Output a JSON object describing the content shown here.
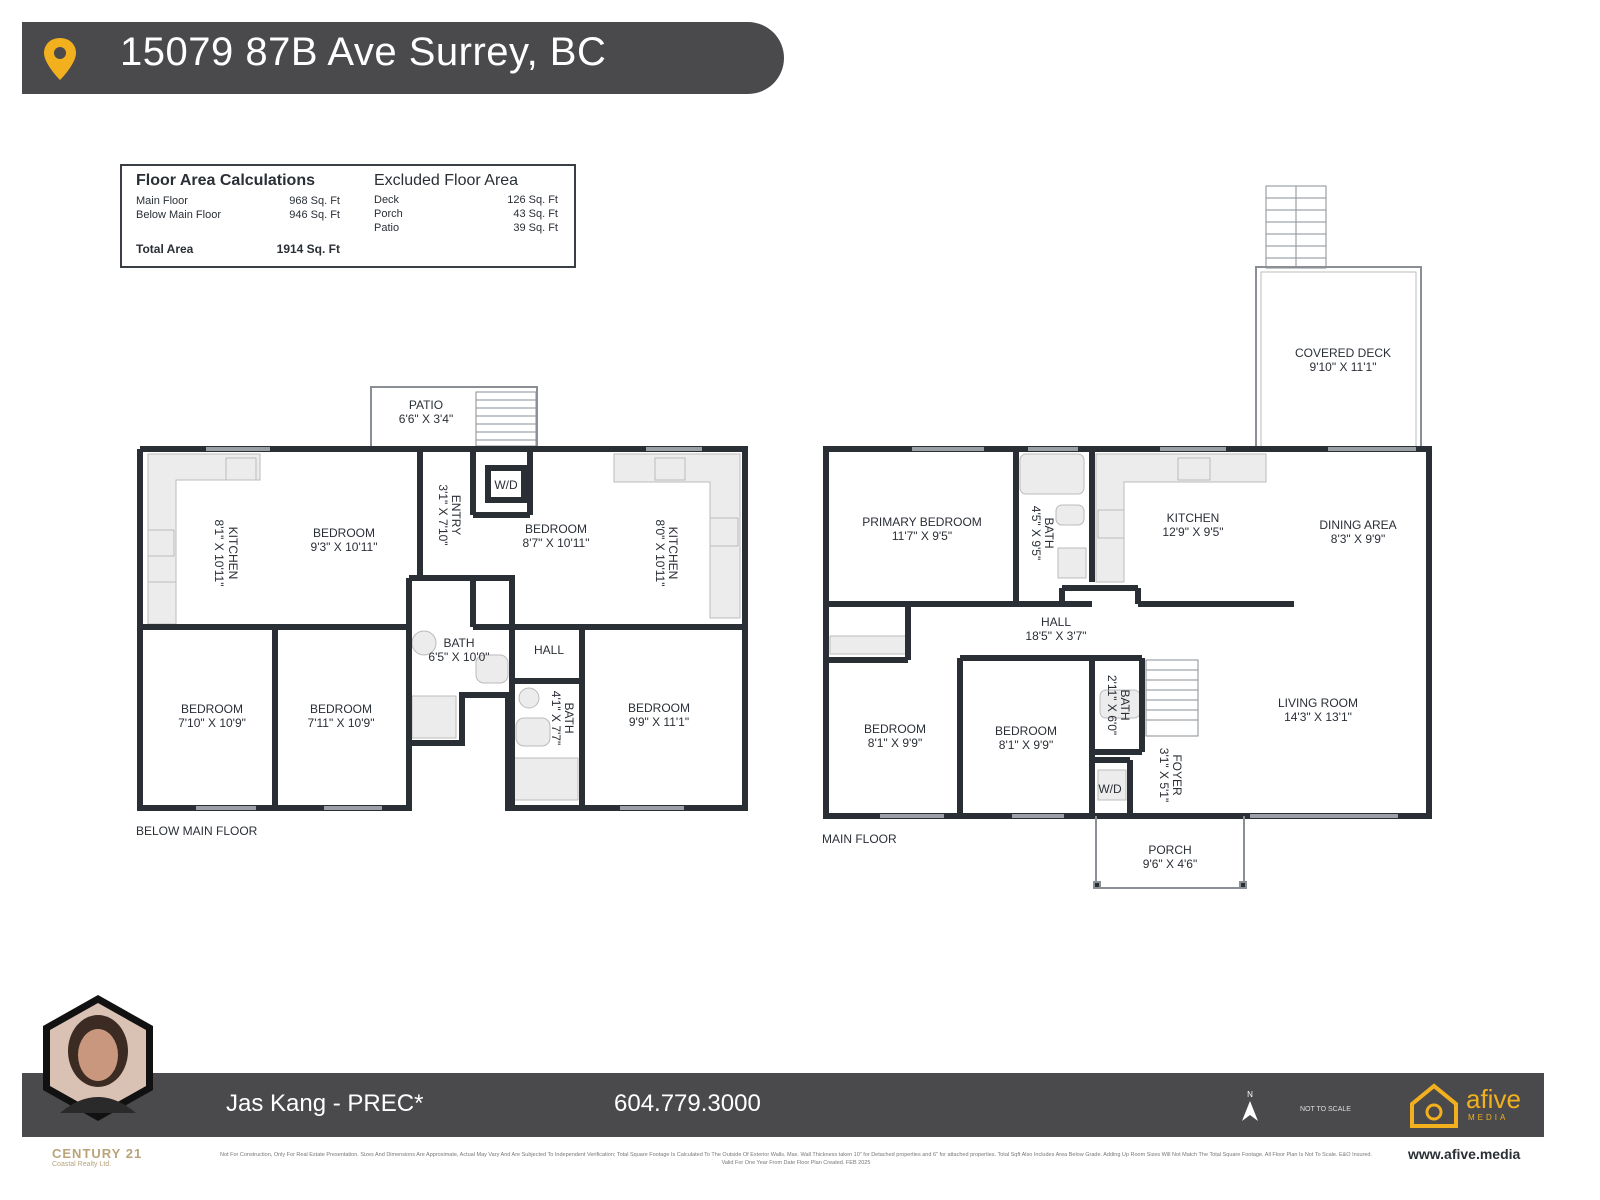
{
  "header": {
    "address": "15079 87B Ave Surrey, BC"
  },
  "calc": {
    "title": "Floor Area Calculations",
    "excluded_title": "Excluded Floor Area",
    "main_label": "Main Floor",
    "main_value": "968 Sq. Ft",
    "below_label": "Below Main Floor",
    "below_value": "946 Sq. Ft",
    "total_label": "Total Area",
    "total_value": "1914 Sq. Ft",
    "deck_label": "Deck",
    "deck_value": "126 Sq. Ft",
    "porch_label": "Porch",
    "porch_value": "43 Sq. Ft",
    "patio_label": "Patio",
    "patio_value": "39 Sq. Ft"
  },
  "below_floor": {
    "label": "BELOW MAIN FLOOR",
    "patio_name": "PATIO",
    "patio_dim": "6'6\" X 3'4\"",
    "kitchen1_name": "KITCHEN",
    "kitchen1_dim": "8'1\" X 10'11\"",
    "bedroom1_name": "BEDROOM",
    "bedroom1_dim": "9'3\" X 10'11\"",
    "entry_name": "ENTRY",
    "entry_dim": "3'1\" X 7'10\"",
    "wd": "W/D",
    "bedroom2_name": "BEDROOM",
    "bedroom2_dim": "8'7\" X 10'11\"",
    "kitchen2_name": "KITCHEN",
    "kitchen2_dim": "8'0\" X 10'11\"",
    "bath1_name": "BATH",
    "bath1_dim": "6'5\" X 10'0\"",
    "hall_name": "HALL",
    "bath2_name": "BATH",
    "bath2_dim": "4'1\" X 7'7\"",
    "bedroom3_name": "BEDROOM",
    "bedroom3_dim": "7'10\" X 10'9\"",
    "bedroom4_name": "BEDROOM",
    "bedroom4_dim": "7'11\" X 10'9\"",
    "bedroom5_name": "BEDROOM",
    "bedroom5_dim": "9'9\" X 11'1\""
  },
  "main_floor": {
    "label": "MAIN FLOOR",
    "deck_name": "COVERED DECK",
    "deck_dim": "9'10\" X 11'1\"",
    "primary_name": "PRIMARY BEDROOM",
    "primary_dim": "11'7\" X 9'5\"",
    "bath1_name": "BATH",
    "bath1_dim": "4'5\" X 9'5\"",
    "kitchen_name": "KITCHEN",
    "kitchen_dim": "12'9\" X 9'5\"",
    "dining_name": "DINING AREA",
    "dining_dim": "8'3\" X 9'9\"",
    "hall_name": "HALL",
    "hall_dim": "18'5\" X 3'7\"",
    "bedroom1_name": "BEDROOM",
    "bedroom1_dim": "8'1\" X 9'9\"",
    "bedroom2_name": "BEDROOM",
    "bedroom2_dim": "8'1\" X 9'9\"",
    "bath2_name": "BATH",
    "bath2_dim": "2'11\" X 6'0\"",
    "foyer_name": "FOYER",
    "foyer_dim": "3'1\" X 5'1\"",
    "wd": "W/D",
    "living_name": "LIVING ROOM",
    "living_dim": "14'3\" X 13'1\"",
    "porch_name": "PORCH",
    "porch_dim": "9'6\" X 4'6\""
  },
  "footer": {
    "agent": "Jas Kang - PREC*",
    "phone": "604.779.3000",
    "brand": "CENTURY 21",
    "brand_sub": "Coastal Realty Ltd.",
    "logo_word": "afive",
    "logo_media": "MEDIA",
    "website": "www.afive.media",
    "not_to_scale": "NOT TO SCALE",
    "north": "N",
    "disclaimer": "Not For Construction, Only For Real Estate Presentation. Sizes And Dimensions Are Approximate, Actual May Vary And Are Subjected To Independent Verification; Total Square Footage Is Calculated To The Outside Of Exterior Walls. Max. Wall Thickness taken 10\" for Detached properties and 6\" for attached properties. Total Sqft Also Includes Area Below Grade. Adding Up Room Sizes Will Not Match The Total Square Footage. All Floor Plan Is Not To Scale. E&O Insured. Valid For One Year From Date Floor Plan Created. FEB 2025"
  },
  "colors": {
    "wall": "#2a2f36",
    "bar": "#4a4a4d",
    "accent": "#f2b01e",
    "fixture": "#e8e8e8"
  }
}
